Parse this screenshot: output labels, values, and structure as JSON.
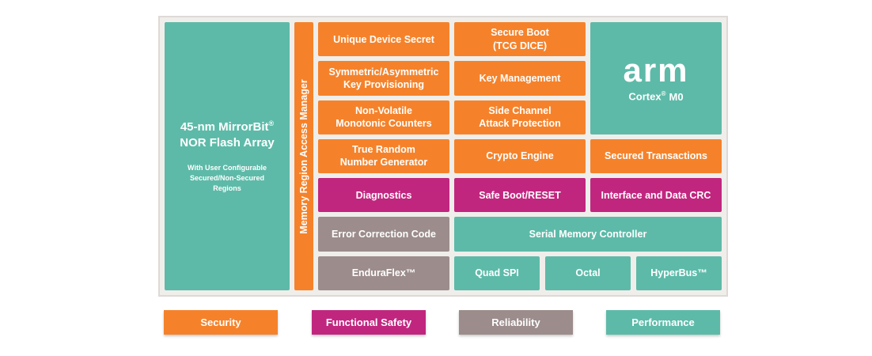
{
  "colors": {
    "security_orange": "#f5822a",
    "functional_safety_magenta": "#c1267f",
    "reliability_gray": "#9c8c8c",
    "performance_teal": "#5dbaa8",
    "panel_background": "#f0eeeb",
    "panel_border": "#ddd9d6",
    "label_text": "#ffffff"
  },
  "flash_array": {
    "title_name": "45-nm MirrorBit",
    "registered_mark": "®",
    "title_line2": "NOR Flash Array",
    "subtitle": "With User Configurable\nSecured/Non-Secured\nRegions"
  },
  "access_manager": {
    "label": "Memory Region Access Manager"
  },
  "cpu": {
    "logo_text": "arm",
    "core_name": "Cortex",
    "registered_mark": "®",
    "core_suffix": "M0"
  },
  "blocks": {
    "unique_device_secret": {
      "label": "Unique Device Secret",
      "category": "security"
    },
    "secure_boot": {
      "label": "Secure Boot\n(TCG DICE)",
      "category": "security"
    },
    "key_provisioning": {
      "label": "Symmetric/Asymmetric\nKey Provisioning",
      "category": "security"
    },
    "key_management": {
      "label": "Key Management",
      "category": "security"
    },
    "monotonic_counters": {
      "label": "Non-Volatile\nMonotonic Counters",
      "category": "security"
    },
    "side_channel": {
      "label": "Side Channel\nAttack Protection",
      "category": "security"
    },
    "true_random_number_generator": {
      "label": "True Random\nNumber Generator",
      "category": "security"
    },
    "crypto_engine": {
      "label": "Crypto Engine",
      "category": "security"
    },
    "secured_transactions": {
      "label": "Secured Transactions",
      "category": "security"
    },
    "diagnostics": {
      "label": "Diagnostics",
      "category": "functional_safety"
    },
    "safe_boot_reset": {
      "label": "Safe Boot/RESET",
      "category": "functional_safety"
    },
    "interface_data_crc": {
      "label": "Interface and Data CRC",
      "category": "functional_safety"
    },
    "error_correction_code": {
      "label": "Error Correction Code",
      "category": "reliability"
    },
    "serial_memory_controller": {
      "label": "Serial Memory Controller",
      "category": "performance"
    },
    "enduraflex": {
      "label": "EnduraFlex™",
      "category": "reliability"
    },
    "quad_spi": {
      "label": "Quad SPI",
      "category": "performance"
    },
    "octal": {
      "label": "Octal",
      "category": "performance"
    },
    "hyperbus": {
      "label": "HyperBus™",
      "category": "performance"
    }
  },
  "legend": {
    "items": [
      {
        "label": "Security",
        "color": "#f5822a"
      },
      {
        "label": "Functional Safety",
        "color": "#c1267f"
      },
      {
        "label": "Reliability",
        "color": "#9c8c8c"
      },
      {
        "label": "Performance",
        "color": "#5dbaa8"
      }
    ]
  }
}
